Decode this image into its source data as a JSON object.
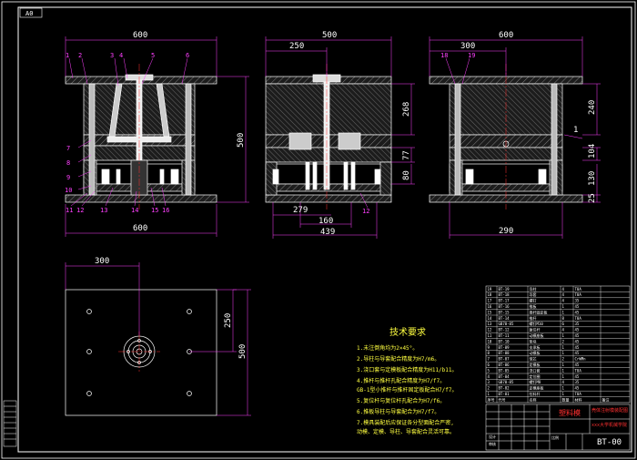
{
  "sheet": {
    "size_tag": "A0",
    "drawing_no": "BT-00"
  },
  "dims": {
    "front_width_top": "600",
    "front_width_bottom": "600",
    "front_height": "500",
    "side_width": "500",
    "side_offset": "250",
    "side_height_top": "268",
    "side_h1": "77",
    "side_h2": "80",
    "side_bottom_a": "279",
    "side_bottom_b": "160",
    "side_bottom_c": "439",
    "right_width": "600",
    "right_offset": "300",
    "right_h1": "240",
    "right_h2": "1",
    "right_h3": "104",
    "right_h4": "130",
    "right_h5": "25",
    "right_bottom": "290",
    "plan_width": "300",
    "plan_h1": "250",
    "plan_h2": "500"
  },
  "callouts": {
    "front_top": [
      "1",
      "2",
      "3",
      "4",
      "5",
      "6"
    ],
    "front_left": [
      "7",
      "8",
      "9",
      "10"
    ],
    "front_bottom": [
      "11",
      "12",
      "13",
      "14",
      "15",
      "16"
    ],
    "side_bottom": "12",
    "right_top": [
      "18",
      "19"
    ]
  },
  "notes": {
    "title": "技术要求",
    "items": [
      "1.未注倒角均为2×45°。",
      "2.导柱与导套配合精度为H7/m6。",
      "3.浇口套与定模板配合精度为H11/b11。",
      "4.推杆与推杆孔配合精度为H7/f7。",
      "  GB-1型小推杆与推杆固定板配合H7/f7。",
      "5.复位杆与复位杆孔配合为H7/f6。",
      "6.推板导柱与导套配合为H7/f7。",
      "7.模具装配后应保证各分型面配合严密,",
      "  动模、定模、导柱、导套配合灵活可靠。"
    ]
  },
  "bom": {
    "rows": [
      {
        "no": "19",
        "code": "BT-19",
        "name": "导柱",
        "qty": "4",
        "material": "T8A"
      },
      {
        "no": "18",
        "code": "BT-18",
        "name": "导套",
        "qty": "4",
        "material": "T8A"
      },
      {
        "no": "17",
        "code": "BT-17",
        "name": "螺钉",
        "qty": "4",
        "material": "35"
      },
      {
        "no": "16",
        "code": "BT-16",
        "name": "推板",
        "qty": "1",
        "material": "45"
      },
      {
        "no": "15",
        "code": "BT-15",
        "name": "推杆固定板",
        "qty": "1",
        "material": "45"
      },
      {
        "no": "14",
        "code": "BT-14",
        "name": "推杆",
        "qty": "8",
        "material": "T8A"
      },
      {
        "no": "13",
        "code": "GB70-85",
        "name": "螺钉M10",
        "qty": "6",
        "material": "35"
      },
      {
        "no": "12",
        "code": "BT-12",
        "name": "复位杆",
        "qty": "4",
        "material": "45"
      },
      {
        "no": "11",
        "code": "BT-11",
        "name": "动模座板",
        "qty": "1",
        "material": "45"
      },
      {
        "no": "10",
        "code": "BT-10",
        "name": "垫块",
        "qty": "2",
        "material": "45"
      },
      {
        "no": "9",
        "code": "BT-09",
        "name": "支承板",
        "qty": "1",
        "material": "45"
      },
      {
        "no": "8",
        "code": "BT-08",
        "name": "动模板",
        "qty": "1",
        "material": "45"
      },
      {
        "no": "7",
        "code": "BT-07",
        "name": "型芯",
        "qty": "2",
        "material": "CrWMn"
      },
      {
        "no": "6",
        "code": "BT-06",
        "name": "定模板",
        "qty": "1",
        "material": "45"
      },
      {
        "no": "5",
        "code": "BT-05",
        "name": "浇口套",
        "qty": "1",
        "material": "T8A"
      },
      {
        "no": "4",
        "code": "BT-04",
        "name": "定位圈",
        "qty": "1",
        "material": "45"
      },
      {
        "no": "3",
        "code": "GB70-85",
        "name": "螺钉M8",
        "qty": "4",
        "material": "35"
      },
      {
        "no": "2",
        "code": "BT-02",
        "name": "定模座板",
        "qty": "1",
        "material": "45"
      },
      {
        "no": "1",
        "code": "BT-01",
        "name": "拉料杆",
        "qty": "1",
        "material": "T8A"
      }
    ],
    "header": {
      "no": "序号",
      "code": "代号",
      "name": "名称",
      "qty": "数量",
      "material": "材料",
      "note": "备注"
    }
  },
  "titleblock": {
    "design_label": "设计",
    "check_label": "审核",
    "scale_label": "比例",
    "unit": "塑料模",
    "part": "壳体注射模装配图",
    "school": "xxx大学机械学院"
  }
}
